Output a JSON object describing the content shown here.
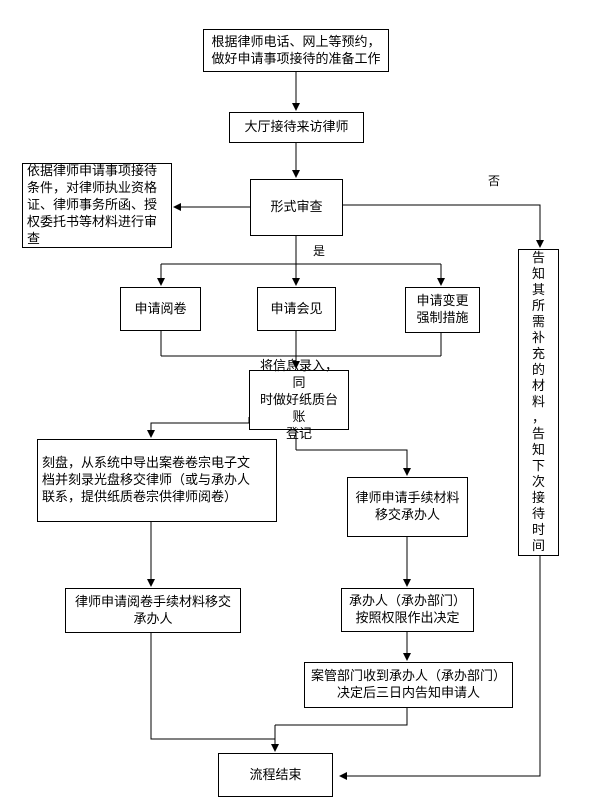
{
  "nodes": {
    "reservation_prep": "根据律师电话、网上等预约，\n做好申请事项接待的准备工作",
    "hall_reception": "大厅接待来访律师",
    "formal_review": "形式审查",
    "review_basis": "依据律师申请事项接待\n条件，对律师执业资格\n证、律师事务所函、授\n权委托书等材料进行审\n查",
    "apply_read_file": "申请阅卷",
    "apply_meeting": "申请会见",
    "apply_change_measures": "申请变更\n强制措施",
    "info_entry": "将信息录入，同\n时做好纸质台账\n登记",
    "burn_disc": "刻盘，从系统中导出案卷卷宗电子文\n档并刻录光盘移交律师（或与承办人\n联系，提供纸质卷宗供律师阅卷）",
    "lawyer_procedure_transfer": "律师申请手续材料\n移交承办人",
    "read_procedure_transfer": "律师申请阅卷手续材料移交\n承办人",
    "handler_decision": "承办人（承办部门）\n按照权限作出决定",
    "notify_applicant": "案管部门收到承办人（承办部门）\n决定后三日内告知申请人",
    "process_end": "流程结束",
    "notify_supplement": "告\n知\n其\n所\n需\n补\n充\n的\n材\n料\n，\n告\n知\n下\n次\n接\n待\n时\n间"
  },
  "labels": {
    "yes": "是",
    "no": "否"
  }
}
